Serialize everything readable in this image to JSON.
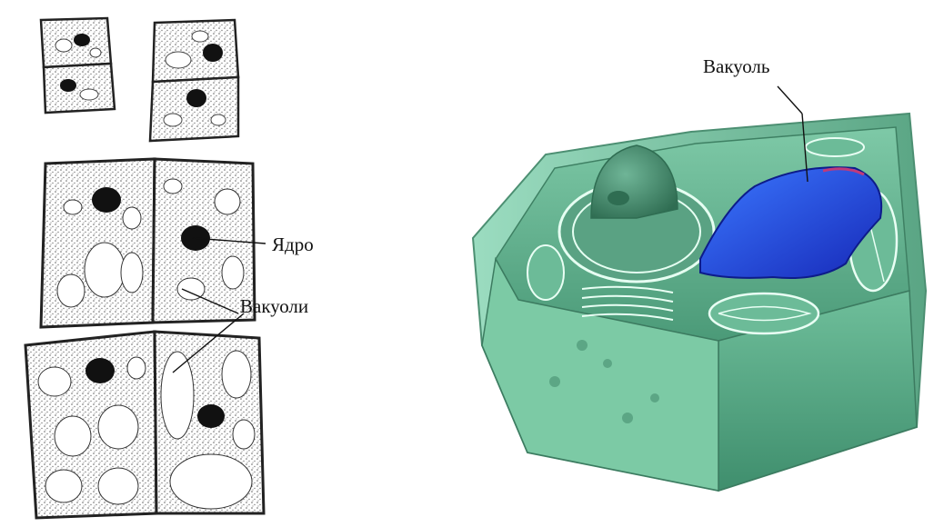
{
  "labels": {
    "nucleus": "Ядро",
    "vacuoles": "Вакуоли",
    "vacuole": "Вакуоль"
  },
  "colors": {
    "ink": "#111111",
    "cytoplasm_stipple": "#8a8a8a",
    "cell_wall_green": "#8fd3b4",
    "cell_inner_green": "#5fae8c",
    "vacuole_blue": "#1f3fd6"
  }
}
